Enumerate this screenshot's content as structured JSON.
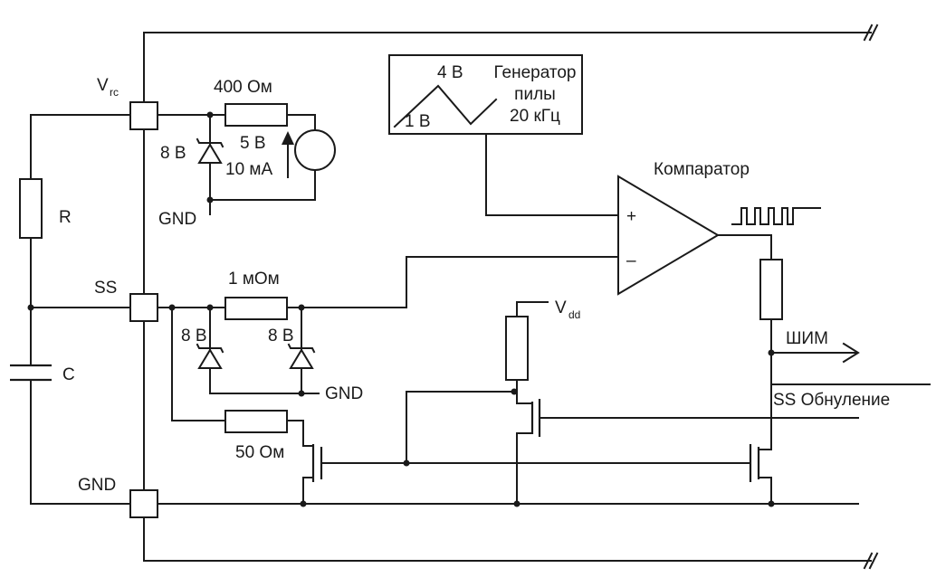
{
  "pins": {
    "vrc_main": "V",
    "vrc_sub": "rc",
    "ss": "SS",
    "gnd": "GND"
  },
  "components": {
    "r_ext": "R",
    "c_ext": "C",
    "res_400": "400 Ом",
    "zener_8v_top": "8 В",
    "source_5v": "5 В",
    "source_10ma": "10 мА",
    "gnd_top": "GND",
    "res_1mohm": "1 мОм",
    "zener_8v_left": "8 В",
    "zener_8v_right": "8 В",
    "gnd_mid": "GND",
    "res_50": "50 Ом",
    "vdd_main": "V",
    "vdd_sub": "dd"
  },
  "generator": {
    "peak_label": "4 В",
    "low_label": "1 В",
    "title_line1": "Генератор",
    "title_line2": "пилы",
    "title_line3": "20 кГц"
  },
  "comparator": {
    "title": "Компаратор",
    "plus": "+",
    "minus": "–"
  },
  "outputs": {
    "pwm": "ШИМ",
    "ss_reset": "SS Обнуление"
  }
}
